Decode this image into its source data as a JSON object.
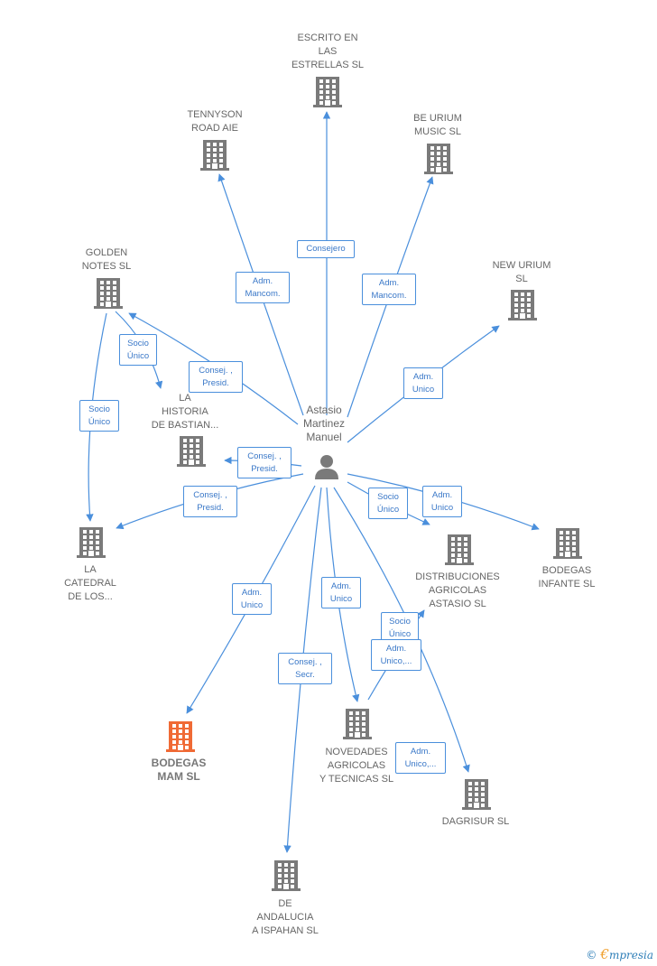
{
  "center": {
    "label": "Astasio\nMartinez\nManuel"
  },
  "colors": {
    "edge": "#4a8fdc",
    "node": "#7a7a7a",
    "highlight": "#f06a35"
  },
  "nodes": [
    {
      "id": "escrito",
      "label": "ESCRITO EN\nLAS\nESTRELLAS  SL"
    },
    {
      "id": "tennyson",
      "label": "TENNYSON\nROAD AIE"
    },
    {
      "id": "beurium",
      "label": "BE URIUM\nMUSIC  SL"
    },
    {
      "id": "golden",
      "label": "GOLDEN\nNOTES  SL"
    },
    {
      "id": "newurium",
      "label": "NEW URIUM\nSL"
    },
    {
      "id": "historia",
      "label": "LA\nHISTORIA\nDE BASTIAN..."
    },
    {
      "id": "catedral",
      "label": "LA\nCATEDRAL\nDE LOS..."
    },
    {
      "id": "distribuciones",
      "label": "DISTRIBUCIONES\nAGRICOLAS\nASTASIO SL"
    },
    {
      "id": "bodegasinfante",
      "label": "BODEGAS\nINFANTE SL"
    },
    {
      "id": "bodegasmam",
      "label": "BODEGAS\nMAM  SL"
    },
    {
      "id": "novedades",
      "label": "NOVEDADES\nAGRICOLAS\nY TECNICAS SL"
    },
    {
      "id": "dagrisur",
      "label": "DAGRISUR SL"
    },
    {
      "id": "andalucia",
      "label": "DE\nANDALUCIA\nA ISPAHAN  SL"
    }
  ],
  "edges": [
    {
      "id": "e-escrito",
      "label": "Consejero"
    },
    {
      "id": "e-tennyson",
      "label": "Adm.\nMancom."
    },
    {
      "id": "e-beurium",
      "label": "Adm.\nMancom."
    },
    {
      "id": "e-newurium",
      "label": "Adm.\nUnico"
    },
    {
      "id": "e-golden",
      "label": "Consej. ,\nPresid."
    },
    {
      "id": "e-golden-historia",
      "label": "Socio\nÚnico"
    },
    {
      "id": "e-golden-catedral",
      "label": "Socio\nÚnico"
    },
    {
      "id": "e-historia",
      "label": "Consej. ,\nPresid."
    },
    {
      "id": "e-catedral",
      "label": "Consej. ,\nPresid."
    },
    {
      "id": "e-distribuciones",
      "label": "Socio\nÚnico"
    },
    {
      "id": "e-bodegasinfante",
      "label": "Adm.\nUnico"
    },
    {
      "id": "e-bodegasmam",
      "label": "Adm.\nUnico"
    },
    {
      "id": "e-novedades",
      "label": "Adm.\nUnico"
    },
    {
      "id": "e-andalucia",
      "label": "Consej. ,\nSecr."
    },
    {
      "id": "e-novedades-distrib-socio",
      "label": "Socio\nÚnico"
    },
    {
      "id": "e-novedades-distrib-adm",
      "label": "Adm.\nUnico,..."
    },
    {
      "id": "e-dagrisur",
      "label": "Adm.\nUnico,..."
    }
  ],
  "footer": {
    "copyright": "©",
    "brand_e": "€",
    "brand": "mpresia"
  }
}
